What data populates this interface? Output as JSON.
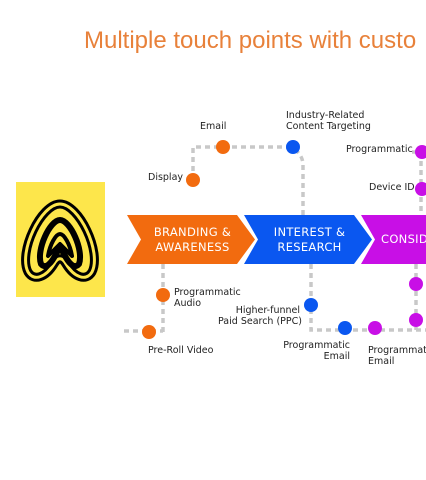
{
  "title": "Multiple touch points with custo",
  "colors": {
    "title": "#e8813a",
    "orange": "#f26b0f",
    "blue": "#0a57f0",
    "magenta": "#c80fe6",
    "line": "#c8c8c8",
    "logo_bg": "#fde64b"
  },
  "stages": [
    {
      "line1": "BRANDING &",
      "line2": "AWARENESS"
    },
    {
      "line1": "INTEREST &",
      "line2": "RESEARCH"
    },
    {
      "line1": "CONSID",
      "line2": ""
    }
  ],
  "touchpoints": {
    "email": "Email",
    "industry_line1": "Industry-Related",
    "industry_line2": "Content Targeting",
    "display": "Display",
    "programmatic_top": "Programmatic",
    "device_id": "Device ID",
    "programmatic_audio_line1": "Programmatic",
    "programmatic_audio_line2": "Audio",
    "pre_roll": "Pre-Roll Video",
    "higher_funnel_line1": "Higher-funnel",
    "higher_funnel_line2": "Paid Search (PPC)",
    "prog_email_line1": "Programmatic",
    "prog_email_line2": "Email",
    "prog_email2_line1": "Programmati",
    "prog_email2_line2": "Email"
  }
}
